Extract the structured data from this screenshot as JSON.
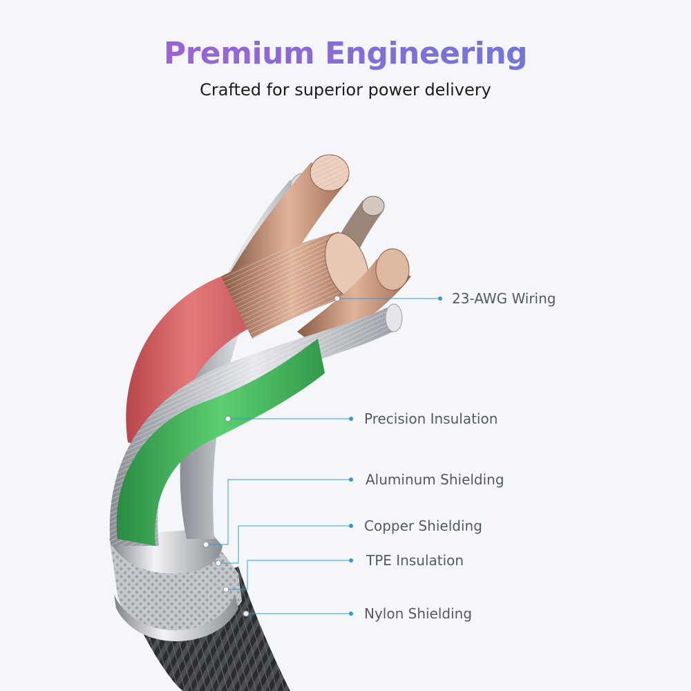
{
  "header": {
    "title": "Premium Engineering",
    "subtitle": "Crafted for superior power delivery"
  },
  "labels": [
    "23-AWG Wiring",
    "Precision Insulation",
    "Aluminum Shielding",
    "Copper Shielding",
    "TPE Insulation",
    "Nylon Shielding"
  ],
  "colors": {
    "title_gradient_start": "#b05ad0",
    "title_gradient_end": "#5f7fe0",
    "leader_line": "#2a9fd6",
    "red_insulation": "#d85a5e",
    "green_insulation": "#3fb45a",
    "copper": "#c8957a",
    "silver": "#b8bcc2",
    "nylon": "#2a2c2e"
  }
}
